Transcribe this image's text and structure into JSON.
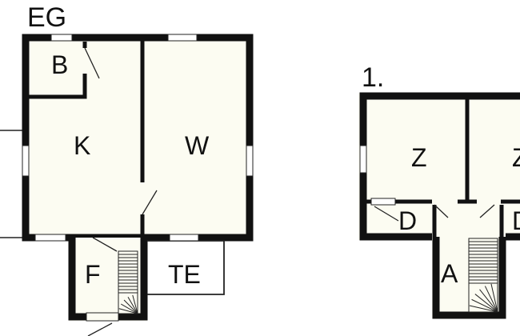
{
  "floors": {
    "ground": {
      "title": "EG",
      "rooms": {
        "b": "B",
        "k": "K",
        "w": "W",
        "f": "F",
        "te": "TE"
      }
    },
    "first": {
      "title": "1.",
      "rooms": {
        "z1": "Z",
        "z2": "Z",
        "d1": "D",
        "d2": "D",
        "a": "A"
      }
    }
  },
  "colors": {
    "wall": "#111111",
    "floor": "#fcfcf2",
    "outline": "#222222",
    "window": "#ffffff"
  }
}
